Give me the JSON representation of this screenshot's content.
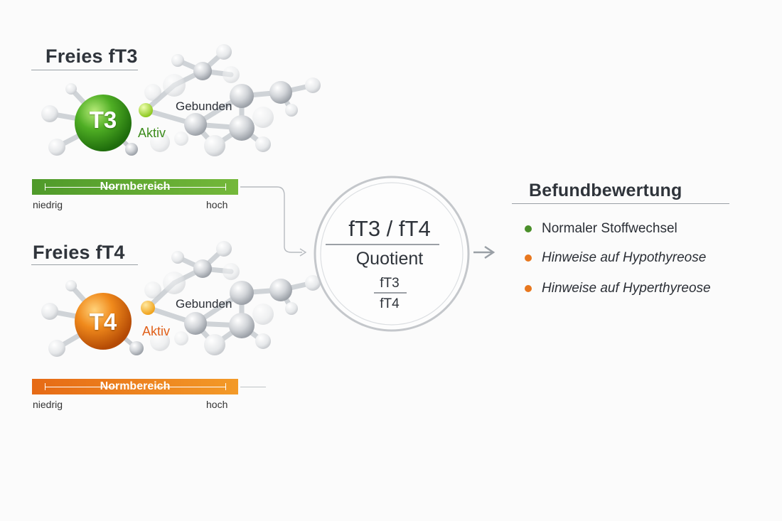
{
  "ft3": {
    "title": "Freies fT3",
    "badge": "T3",
    "bound_label": "Gebunden",
    "active_label": "Aktiv",
    "bar_label": "Normbereich",
    "low": "niedrig",
    "high": "hoch",
    "color": "#5a9e2f"
  },
  "ft4": {
    "title": "Freies fT4",
    "badge": "T4",
    "bound_label": "Gebunden",
    "active_label": "Aktiv",
    "bar_label": "Normbereich",
    "low": "niedrig",
    "high": "hoch",
    "color": "#e8771e"
  },
  "quotient": {
    "title": "fT3 / fT4",
    "subtitle": "Quotient",
    "numerator": "fT3",
    "denominator": "fT4"
  },
  "result": {
    "title": "Befundbewertung",
    "items": [
      {
        "label": "Normaler Stoffwechsel",
        "color": "#4a8f2a"
      },
      {
        "label": "Hinweise auf Hypothyreose",
        "color": "#e8771e"
      },
      {
        "label": "Hinweise auf Hyperthyreose",
        "color": "#e8771e"
      }
    ]
  }
}
